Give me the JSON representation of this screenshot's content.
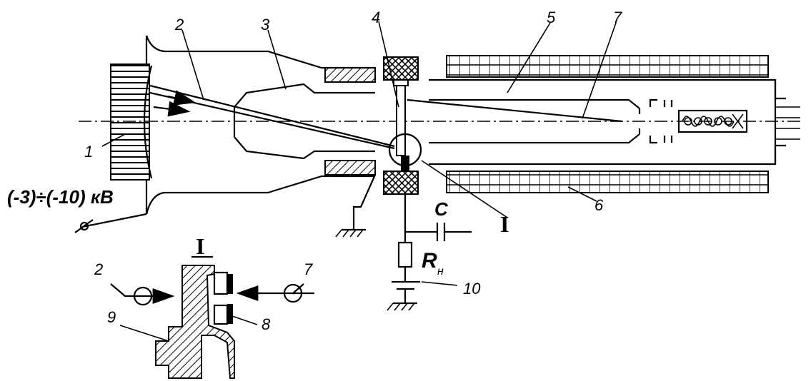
{
  "labels": {
    "n1": "1",
    "n2": "2",
    "n3": "3",
    "n4": "4",
    "n5": "5",
    "n6": "6",
    "n7": "7",
    "n8": "8",
    "n9": "9",
    "n10": "10",
    "voltage": "(-3)÷(-10) кВ",
    "capacitor": "C",
    "resistor_R": "R",
    "resistor_sub": "н",
    "detail_marker": "I",
    "detail_title": "I",
    "inset_n2": "2",
    "inset_n7": "7"
  }
}
